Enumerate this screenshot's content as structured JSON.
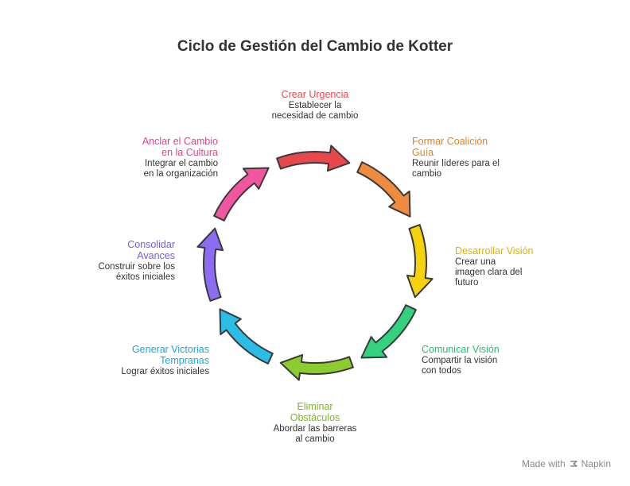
{
  "title": "Ciclo de Gestión del Cambio de Kotter",
  "steps": [
    {
      "head": "Crear Urgencia",
      "desc": "Establecer la necesidad de cambio",
      "color": "#e8474b"
    },
    {
      "head": "Formar Coalición Guía",
      "desc": "Reunir líderes para el cambio",
      "color": "#f08a3c"
    },
    {
      "head": "Desarrollar Visión",
      "desc": "Crear una imagen clara del futuro",
      "color": "#f4d20c"
    },
    {
      "head": "Comunicar Visión",
      "desc": "Compartir la visión con todos",
      "color": "#34d17f"
    },
    {
      "head": "Eliminar Obstáculos",
      "desc": "Abordar las barreras al cambio",
      "color": "#8ccc2f"
    },
    {
      "head": "Generar Victorias Tempranas",
      "desc": "Lograr éxitos iniciales",
      "color": "#2bbde6"
    },
    {
      "head": "Consolidar Avances",
      "desc": "Construir sobre los éxitos iniciales",
      "color": "#8c6cf0"
    },
    {
      "head": "Anclar el Cambio en la Cultura",
      "desc": "Integrar el cambio en la organización",
      "color": "#f0579e"
    }
  ],
  "footer": {
    "made_with": "Made with",
    "brand": "Napkin"
  }
}
